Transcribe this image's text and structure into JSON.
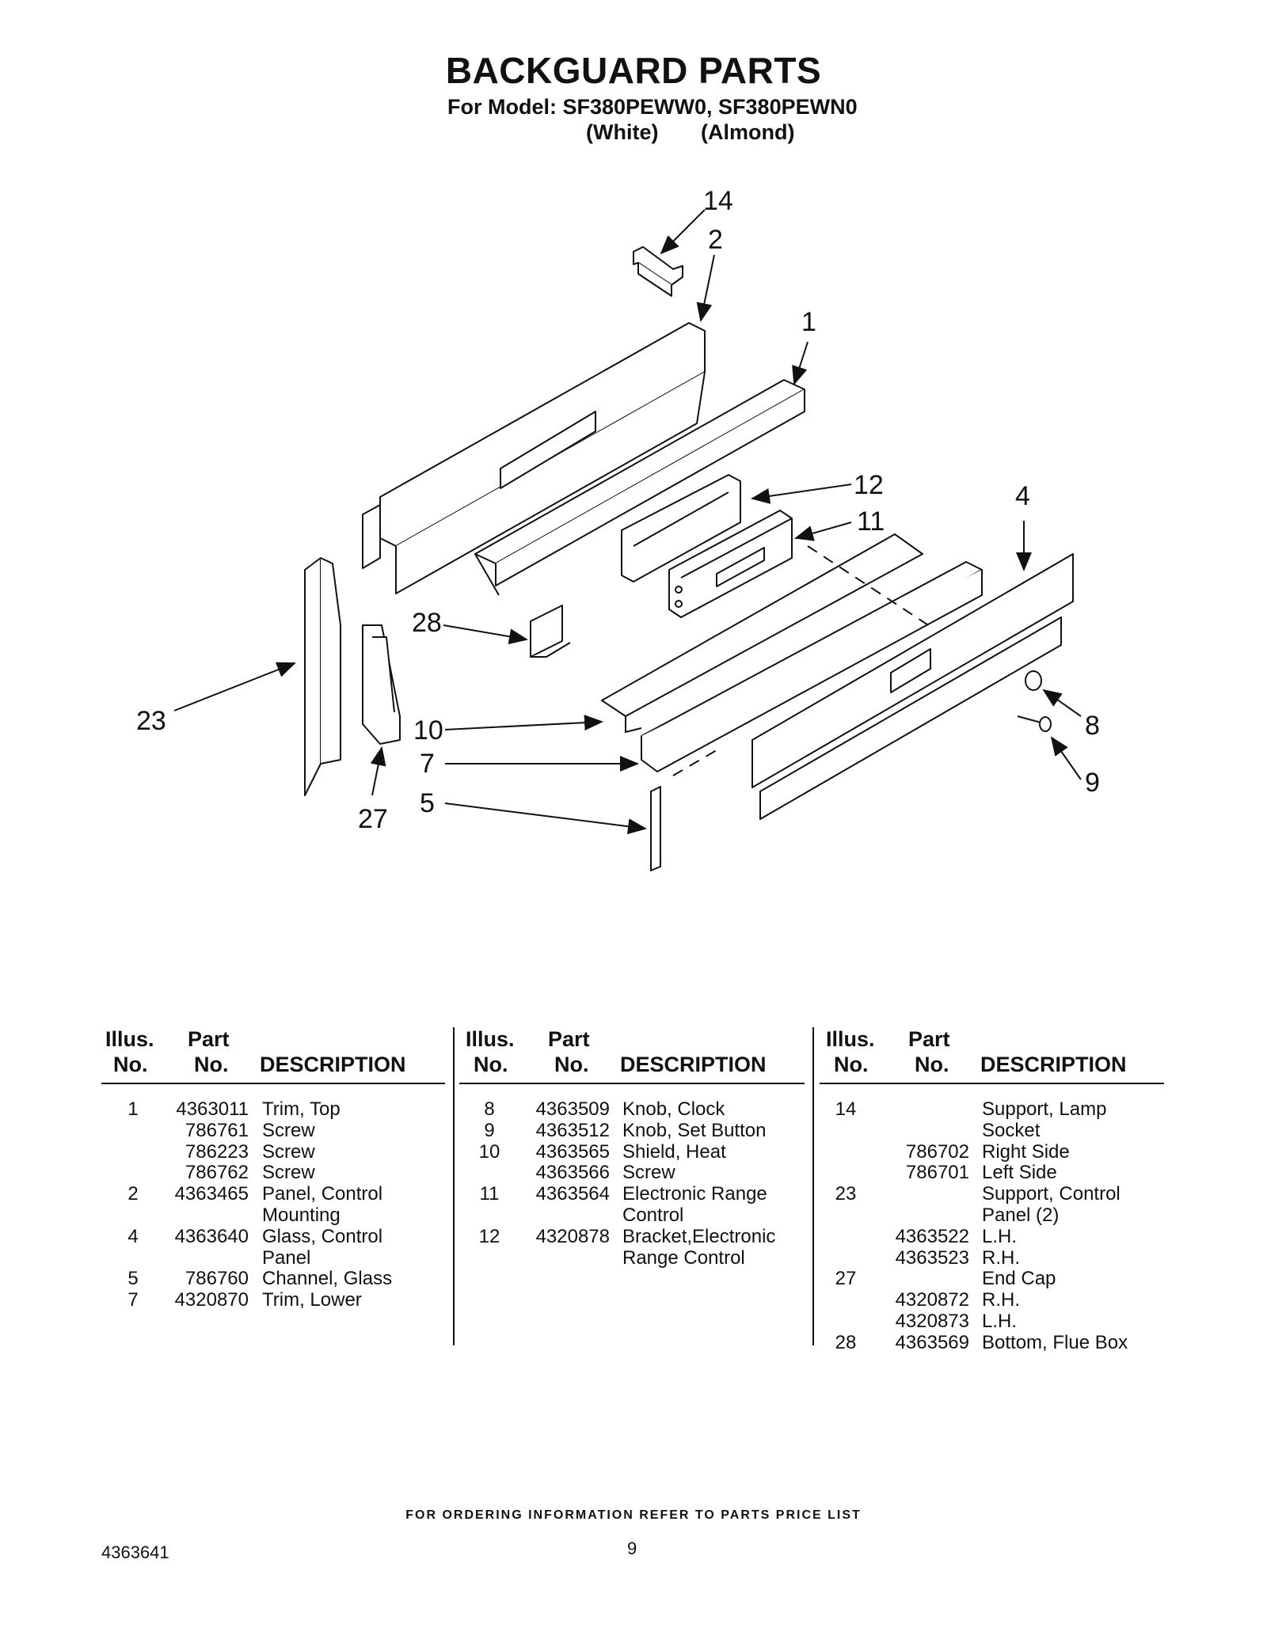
{
  "header": {
    "title": "BACKGUARD PARTS",
    "subtitle": "For Model: SF380PEWW0, SF380PEWN0",
    "color_1": "(White)",
    "color_2": "(Almond)"
  },
  "diagram": {
    "callouts": {
      "c14": "14",
      "c2": "2",
      "c1": "1",
      "c12": "12",
      "c11": "11",
      "c4": "4",
      "c28": "28",
      "c23": "23",
      "c10": "10",
      "c7": "7",
      "c5": "5",
      "c27": "27",
      "c8": "8",
      "c9": "9"
    }
  },
  "table": {
    "headers": {
      "illus_1": "Illus.",
      "illus_2": "No.",
      "part_1": "Part",
      "part_2": "No.",
      "desc": "DESCRIPTION"
    },
    "columns": [
      {
        "rows": [
          {
            "illus": "1",
            "part": "4363011",
            "desc": "Trim, Top"
          },
          {
            "illus": "",
            "part": "786761",
            "desc": "Screw"
          },
          {
            "illus": "",
            "part": "786223",
            "desc": "Screw"
          },
          {
            "illus": "",
            "part": "786762",
            "desc": "Screw"
          },
          {
            "illus": "2",
            "part": "4363465",
            "desc": "Panel, Control"
          },
          {
            "illus": "",
            "part": "",
            "desc": "Mounting"
          },
          {
            "illus": "4",
            "part": "4363640",
            "desc": "Glass, Control"
          },
          {
            "illus": "",
            "part": "",
            "desc": "Panel"
          },
          {
            "illus": "5",
            "part": "786760",
            "desc": "Channel, Glass"
          },
          {
            "illus": "7",
            "part": "4320870",
            "desc": "Trim, Lower"
          }
        ]
      },
      {
        "rows": [
          {
            "illus": "8",
            "part": "4363509",
            "desc": "Knob, Clock"
          },
          {
            "illus": "9",
            "part": "4363512",
            "desc": "Knob, Set Button"
          },
          {
            "illus": "10",
            "part": "4363565",
            "desc": "Shield, Heat"
          },
          {
            "illus": "",
            "part": "4363566",
            "desc": "Screw"
          },
          {
            "illus": "11",
            "part": "4363564",
            "desc": "Electronic Range"
          },
          {
            "illus": "",
            "part": "",
            "desc": "Control"
          },
          {
            "illus": "12",
            "part": "4320878",
            "desc": "Bracket,Electronic"
          },
          {
            "illus": "",
            "part": "",
            "desc": "Range Control"
          }
        ]
      },
      {
        "rows": [
          {
            "illus": "14",
            "part": "",
            "desc": "Support, Lamp"
          },
          {
            "illus": "",
            "part": "",
            "desc": "Socket"
          },
          {
            "illus": "",
            "part": "786702",
            "desc": "Right Side"
          },
          {
            "illus": "",
            "part": "786701",
            "desc": "Left Side"
          },
          {
            "illus": "23",
            "part": "",
            "desc": "Support, Control"
          },
          {
            "illus": "",
            "part": "",
            "desc": "Panel (2)"
          },
          {
            "illus": "",
            "part": "4363522",
            "desc": "L.H."
          },
          {
            "illus": "",
            "part": "4363523",
            "desc": "R.H."
          },
          {
            "illus": "27",
            "part": "",
            "desc": "End Cap"
          },
          {
            "illus": "",
            "part": "4320872",
            "desc": "R.H."
          },
          {
            "illus": "",
            "part": "4320873",
            "desc": "L.H."
          },
          {
            "illus": "28",
            "part": "4363569",
            "desc": "Bottom, Flue Box"
          }
        ]
      }
    ]
  },
  "footer": {
    "note": "FOR ORDERING INFORMATION REFER TO PARTS PRICE LIST",
    "doc_number": "4363641",
    "page": "9"
  }
}
